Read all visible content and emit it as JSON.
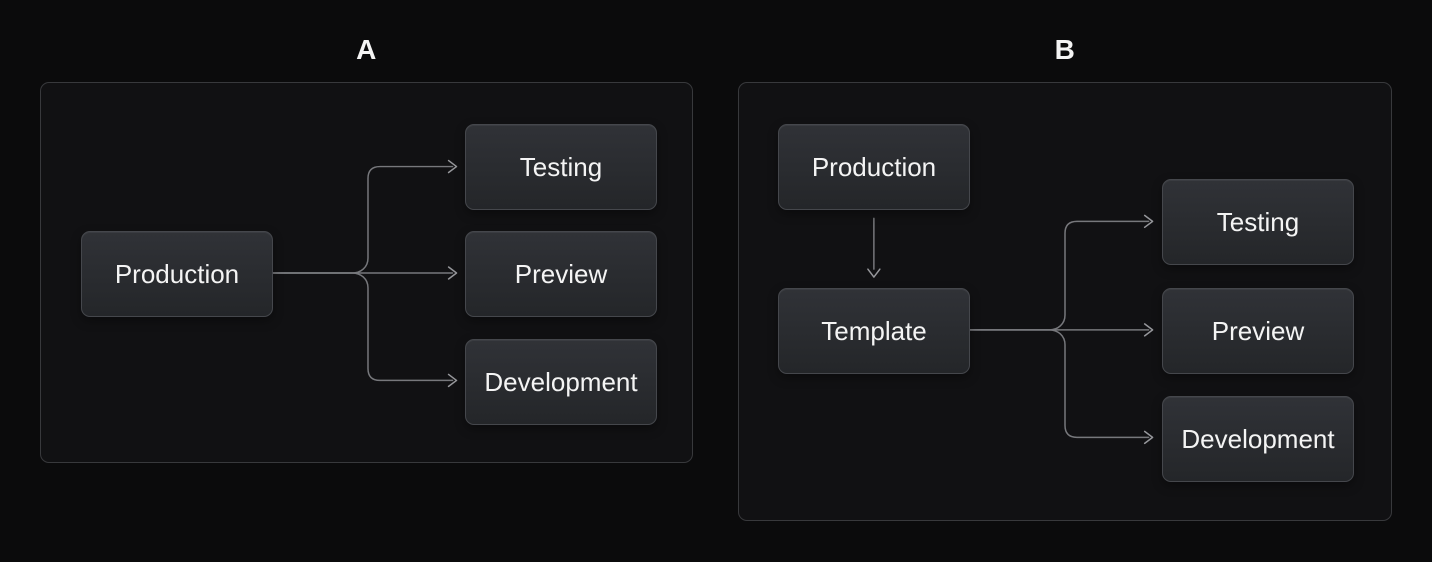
{
  "diagram": {
    "panels": [
      {
        "label": "A",
        "nodes": [
          {
            "id": "production",
            "label": "Production"
          },
          {
            "id": "testing",
            "label": "Testing"
          },
          {
            "id": "preview",
            "label": "Preview"
          },
          {
            "id": "development",
            "label": "Development"
          }
        ],
        "edges": [
          {
            "from": "production",
            "to": "testing"
          },
          {
            "from": "production",
            "to": "preview"
          },
          {
            "from": "production",
            "to": "development"
          }
        ]
      },
      {
        "label": "B",
        "nodes": [
          {
            "id": "production",
            "label": "Production"
          },
          {
            "id": "template",
            "label": "Template"
          },
          {
            "id": "testing",
            "label": "Testing"
          },
          {
            "id": "preview",
            "label": "Preview"
          },
          {
            "id": "development",
            "label": "Development"
          }
        ],
        "edges": [
          {
            "from": "production",
            "to": "template"
          },
          {
            "from": "template",
            "to": "testing"
          },
          {
            "from": "template",
            "to": "preview"
          },
          {
            "from": "template",
            "to": "development"
          }
        ]
      }
    ],
    "colors": {
      "background": "#0b0b0c",
      "panel_fill": "#111113",
      "panel_border": "#38393c",
      "node_fill_top": "#303237",
      "node_fill_bottom": "#242629",
      "node_border": "#45474c",
      "text": "#f4f4f4",
      "connector": "#77787c",
      "arrowhead": "#96979b"
    }
  }
}
